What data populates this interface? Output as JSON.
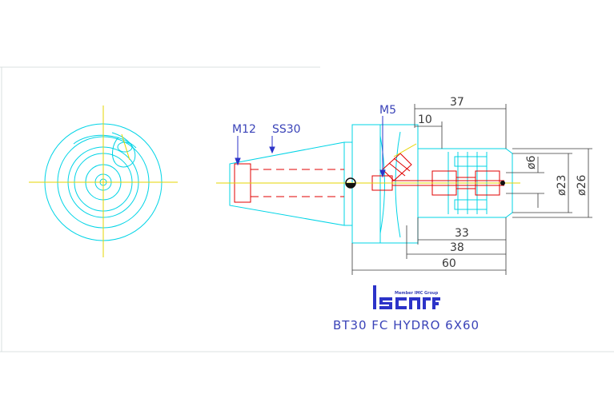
{
  "colors": {
    "outline": "#00d4e6",
    "center": "#e6d600",
    "red": "#e00000",
    "blue": "#2c33c8",
    "dim": "#3a3a3a",
    "bg": "#ffffff"
  },
  "labels": {
    "thread_m12": "M12",
    "taper": "SS30",
    "thread_m5": "M5"
  },
  "dimensions": {
    "d37": "37",
    "d10": "10",
    "d33": "33",
    "d38": "38",
    "d60": "60",
    "dia6": "ø6",
    "dia23": "ø23",
    "dia26": "ø26"
  },
  "logo": {
    "member": "Member IMC Group",
    "icon": "iscar-logo-icon"
  },
  "title": "BT30 FC HYDRO 6X60"
}
